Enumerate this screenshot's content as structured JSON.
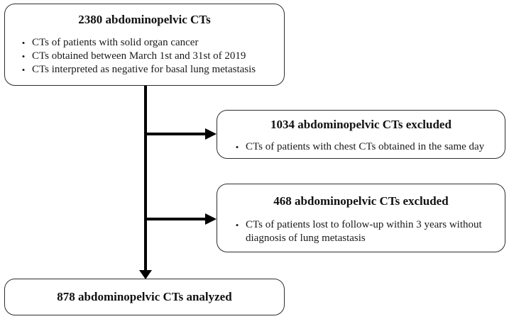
{
  "diagram": {
    "type": "flowchart",
    "bullet_glyph": "•",
    "colors": {
      "background": "#ffffff",
      "box_border": "#2e2e2e",
      "text": "#111111",
      "arrow": "#000000"
    },
    "nodes": [
      {
        "id": "total",
        "title": "2380 abdominopelvic CTs",
        "bullets": [
          "CTs of patients with solid organ cancer",
          "CTs obtained between March 1st and 31st of 2019",
          "CTs interpreted as negative for basal lung metastasis"
        ]
      },
      {
        "id": "excluded-same-day",
        "title": "1034 abdominopelvic CTs excluded",
        "bullets": [
          "CTs of patients with chest CTs obtained in the same day"
        ]
      },
      {
        "id": "excluded-followup",
        "title": "468 abdominopelvic CTs excluded",
        "bullets": [
          "CTs of patients lost to follow-up within 3 years without diagnosis of lung metastasis"
        ]
      },
      {
        "id": "analyzed",
        "title": "878 abdominopelvic CTs analyzed",
        "bullets": []
      }
    ],
    "connectors": [
      {
        "from": "total",
        "to": "analyzed",
        "style": "vertical-arrow"
      },
      {
        "from": "main-line",
        "to": "excluded-same-day",
        "style": "right-arrow"
      },
      {
        "from": "main-line",
        "to": "excluded-followup",
        "style": "right-arrow"
      }
    ]
  }
}
